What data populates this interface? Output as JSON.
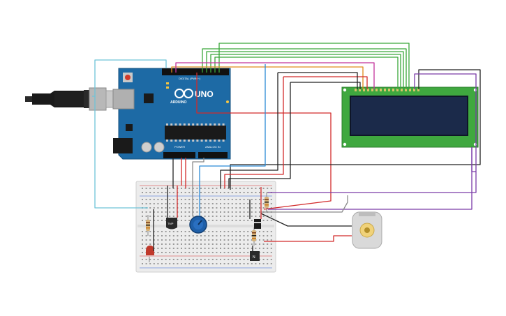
{
  "arduino": {
    "board_name": "UNO",
    "brand": "ARDUINO",
    "header_digital_label": "DIGITAL (PWM~)",
    "header_power_label": "POWER",
    "header_analog_label": "ANALOG IN",
    "logo_color": "#ffffff",
    "board_color": "#1d6aa5"
  },
  "lcd": {
    "bezel_color": "#3fa83f",
    "screen_color": "#1b2a4a"
  },
  "components": {
    "temperature_sensor_label": "TMP",
    "transistor_label": "N",
    "led_color": "#c0392b",
    "potentiometer_color": "#1f5fa8",
    "motor_color": "#d9d9d9"
  },
  "wire_colors": {
    "usb": "#6ec3d8",
    "signal_green": "#3aa83a",
    "signal_orange": "#e08a1a",
    "signal_magenta": "#c2339a",
    "power_red": "#d22a2a",
    "ground_black": "#222222",
    "purple": "#7a3aa8",
    "blue": "#2b8ad6",
    "gray": "#8a8a8a"
  }
}
